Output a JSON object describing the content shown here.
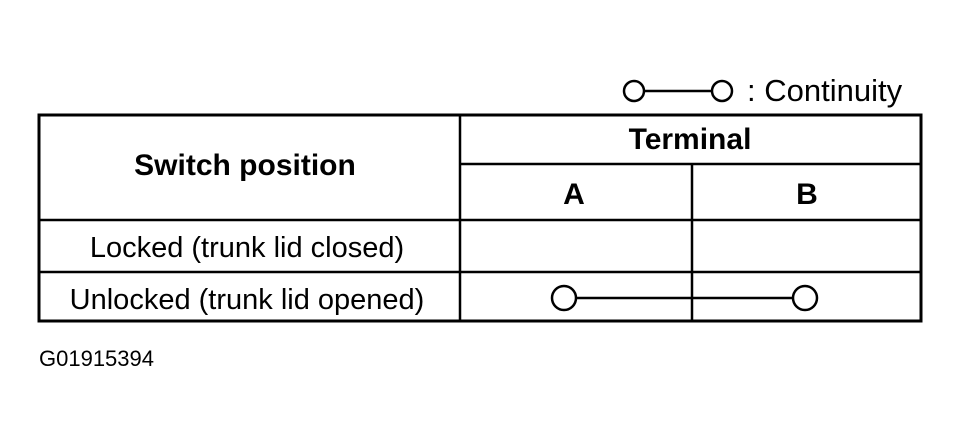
{
  "legend": {
    "label": ": Continuity",
    "symbol": "continuity-symbol"
  },
  "table": {
    "header_switch_position": "Switch position",
    "header_terminal": "Terminal",
    "terminal_columns": [
      "A",
      "B"
    ],
    "rows": [
      {
        "position": "Locked (trunk lid closed)",
        "continuity": false
      },
      {
        "position": "Unlocked (trunk lid opened)",
        "continuity": true
      }
    ]
  },
  "figure_code": "G01915394",
  "colors": {
    "line": "#000000",
    "background": "#ffffff"
  }
}
